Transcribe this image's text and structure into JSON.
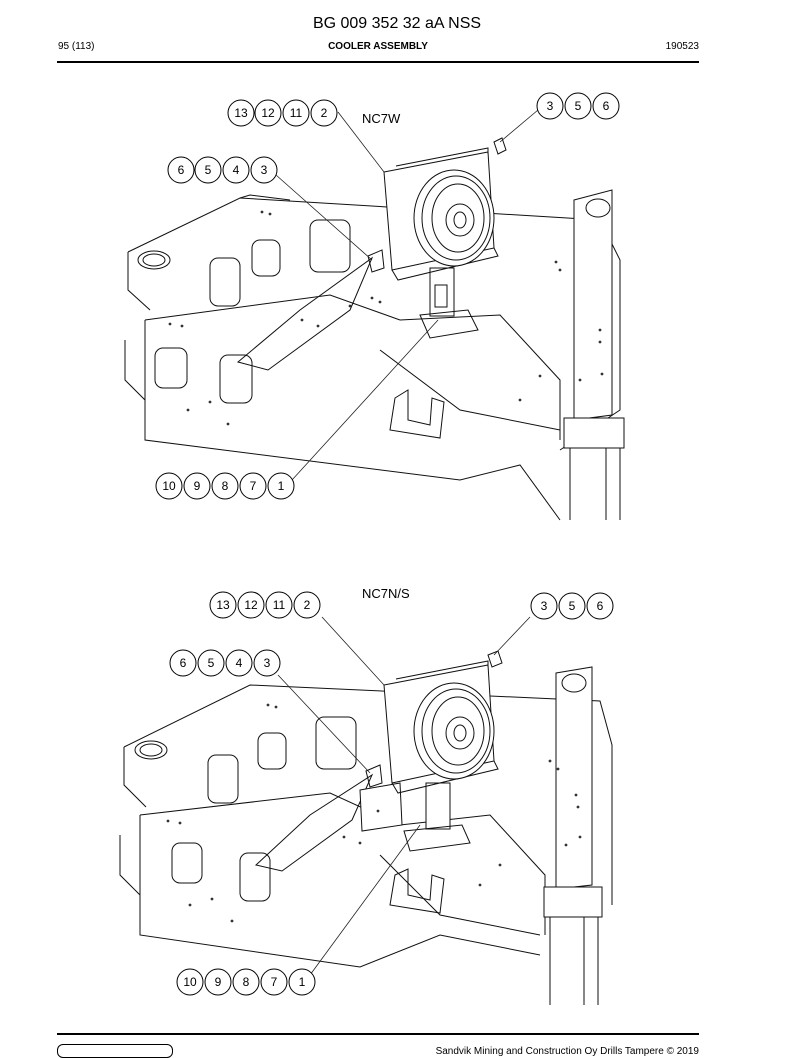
{
  "header": {
    "doc_number": "BG 009 352 32 aA NSS",
    "page": "95 (113)",
    "section": "COOLER ASSEMBLY",
    "date": "190523"
  },
  "figures": [
    {
      "variant": "NC7W",
      "callouts": [
        [
          "13",
          "12",
          "11",
          "2"
        ],
        [
          "3",
          "5",
          "6"
        ],
        [
          "6",
          "5",
          "4",
          "3"
        ],
        [
          "10",
          "9",
          "8",
          "7",
          "1"
        ]
      ]
    },
    {
      "variant": "NC7N/S",
      "callouts": [
        [
          "13",
          "12",
          "11",
          "2"
        ],
        [
          "3",
          "5",
          "6"
        ],
        [
          "6",
          "5",
          "4",
          "3"
        ],
        [
          "10",
          "9",
          "8",
          "7",
          "1"
        ]
      ]
    }
  ],
  "footer": {
    "copyright": "Sandvik Mining and Construction Oy Drills Tampere © 2019",
    "logo_icon": "sandvik-logo-icon"
  }
}
